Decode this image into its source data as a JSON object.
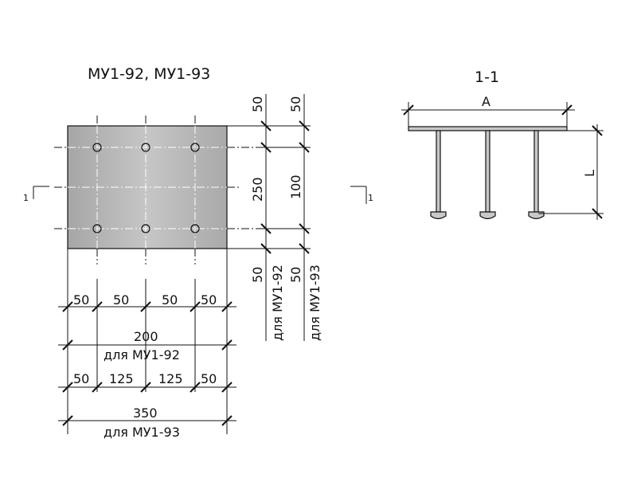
{
  "plan": {
    "title": "МУ1-92, МУ1-93",
    "section_mark": "1",
    "plate_color": "#b4b4b4",
    "right_dims_1": {
      "top": "50",
      "middle": "250",
      "bottom": "50",
      "note": "для МУ1-92"
    },
    "right_dims_2": {
      "top": "50",
      "middle": "100",
      "bottom": "50",
      "note": "для МУ1-93"
    },
    "bottom_row_1": [
      "50",
      "50",
      "50",
      "50"
    ],
    "total_1": {
      "value": "200",
      "note": "для МУ1-92"
    },
    "bottom_row_2": [
      "50",
      "125",
      "125",
      "50"
    ],
    "total_2": {
      "value": "350",
      "note": "для МУ1-93"
    }
  },
  "section": {
    "title": "1-1",
    "width_label": "A",
    "length_label": "L"
  }
}
